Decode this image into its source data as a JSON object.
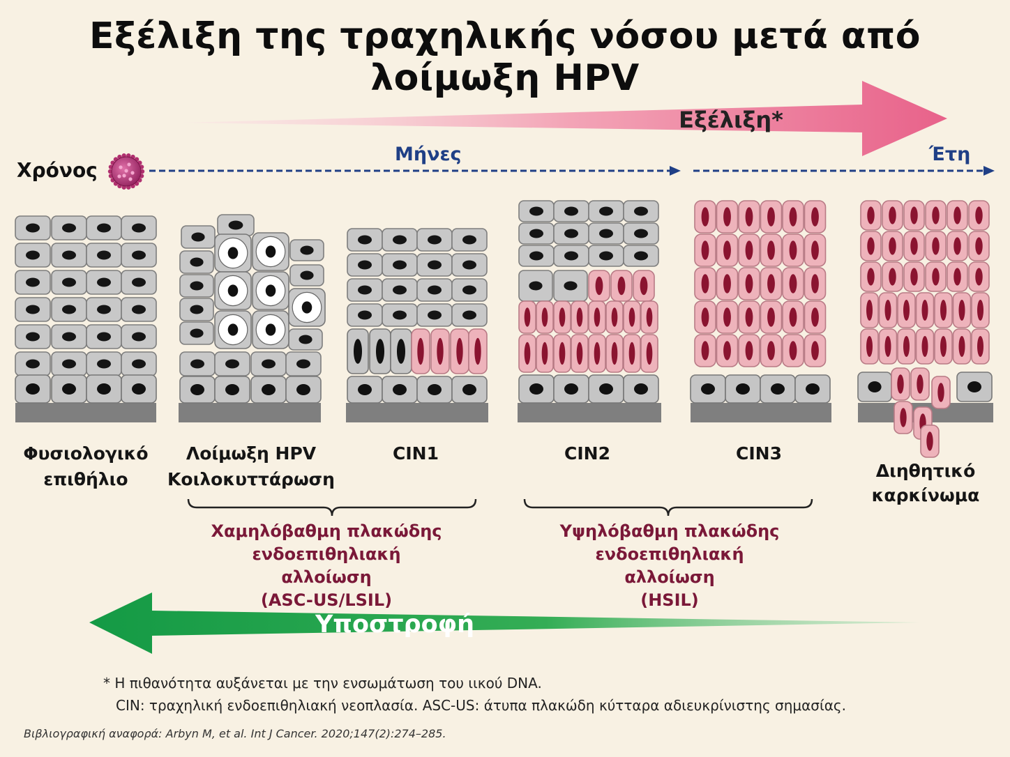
{
  "title": "Εξέλιξη της τραχηλικής νόσου μετά από λοίμωξη HPV",
  "progression_label": "Εξέλιξη*",
  "regression_label": "Υποστροφή",
  "time_axis": {
    "label": "Χρόνος",
    "months_label": "Μήνες",
    "years_label": "Έτη"
  },
  "stages": [
    {
      "line1": "Φυσιολογικό",
      "line2": "επιθήλιο"
    },
    {
      "line1": "Λοίμωξη HPV",
      "line2": "Κοιλοκυττάρωση"
    },
    {
      "line1": "CIN1",
      "line2": ""
    },
    {
      "line1": "CIN2",
      "line2": ""
    },
    {
      "line1": "CIN3",
      "line2": ""
    },
    {
      "line1": "Διηθητικό",
      "line2": "καρκίνωμα"
    }
  ],
  "groups": [
    {
      "line1": "Χαμηλόβαθμη πλακώδης",
      "line2": "ενδοεπιθηλιακή αλλοίωση",
      "line3": "(ASC-US/LSIL)"
    },
    {
      "line1": "Υψηλόβαθμη πλακώδης",
      "line2": "ενδοεπιθηλιακή αλλοίωση",
      "line3": "(HSIL)"
    }
  ],
  "footnotes": {
    "note1": "* Η πιθανότητα αυξάνεται με την ενσωμάτωση του ιικού DNA.",
    "note2": "CIN: τραχηλική ενδοεπιθηλιακή νεοπλασία. ASC-US: άτυπα πλακώδη κύτταρα αδιευκρίνιστης σημασίας.",
    "reference": "Βιβλιογραφική αναφορά: Arbyn M, et al. Int J Cancer. 2020;147(2):274–285."
  },
  "colors": {
    "background": "#f8f1e3",
    "progression": "#e8628a",
    "regression": "#1a9a45",
    "time_axis": "#1f3f86",
    "normal_cell": "#c9c9c9",
    "dysplastic_cell": "#eeb3bb",
    "nucleus_dysplastic": "#8a1430",
    "group_text": "#7a1838"
  }
}
